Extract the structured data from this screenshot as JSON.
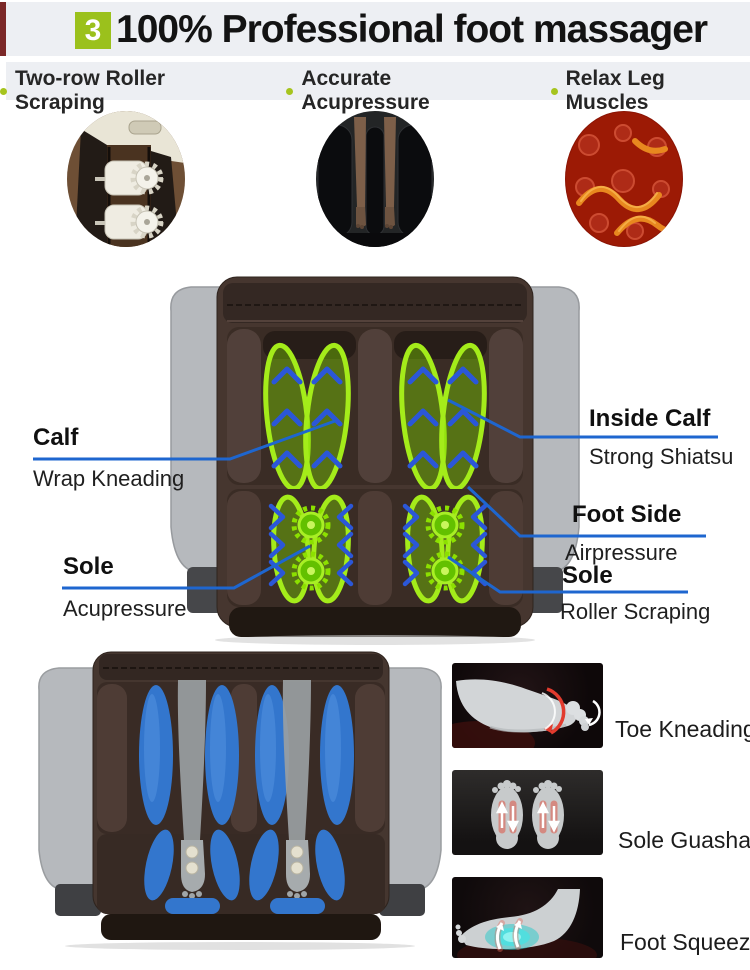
{
  "header": {
    "badge": "3",
    "title": "100% Professional foot massager"
  },
  "features": [
    "Two-row Roller Scraping",
    "Accurate Acupressure",
    "Relax Leg Muscles"
  ],
  "gallery": {
    "items": [
      "roller-mechanism-photo",
      "calf-leg-massager-photo",
      "blood-circulation-photo"
    ]
  },
  "diagram": {
    "callouts": [
      {
        "title": "Calf",
        "subtitle": "Wrap Kneading",
        "side": "left"
      },
      {
        "title": "Sole",
        "subtitle": "Acupressure",
        "side": "left"
      },
      {
        "title": "Inside Calf",
        "subtitle": "Strong Shiatsu",
        "side": "right"
      },
      {
        "title": "Foot Side",
        "subtitle": "Airpressure",
        "side": "right"
      },
      {
        "title": "Sole",
        "subtitle": "Roller Scraping",
        "side": "right"
      }
    ]
  },
  "functions": [
    {
      "label": "Toe Kneading"
    },
    {
      "label": "Sole Guasha"
    },
    {
      "label": "Foot Squeeze"
    }
  ],
  "colors": {
    "badge_green": "#9bc11c",
    "bullet_green": "#a6c41e",
    "header_band": "#edeff3",
    "annotation_blue": "#1e66cf",
    "arrow_blue": "#2b57d8",
    "highlight_green": "#8ce000",
    "airbag_blue": "#3376cd",
    "leather_brown": "#46362f",
    "accent_bar_red": "#7b2828"
  }
}
